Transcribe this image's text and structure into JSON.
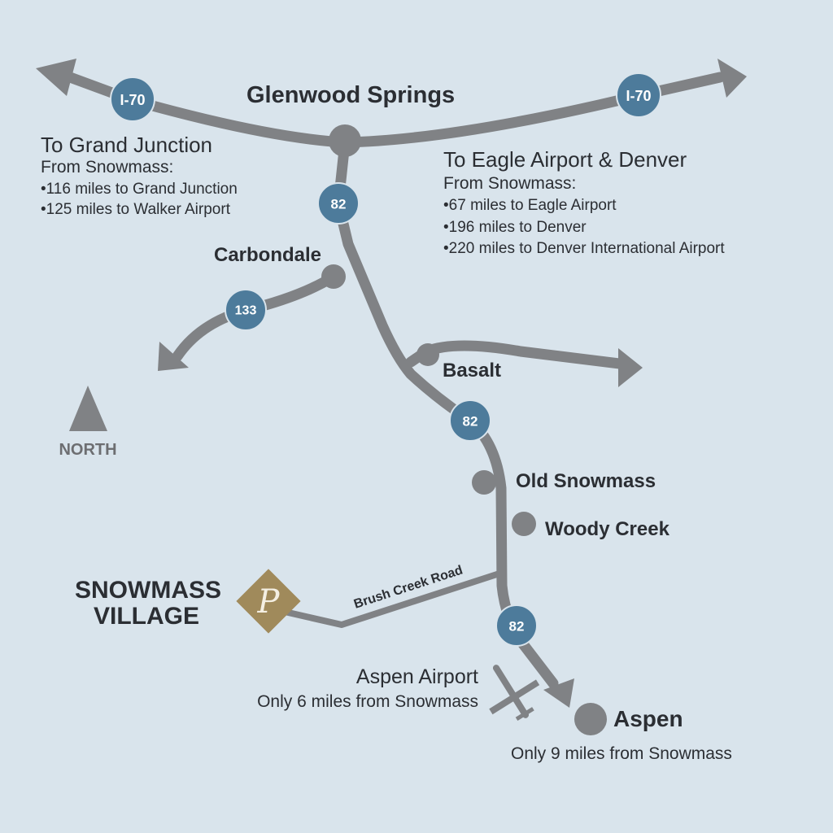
{
  "colors": {
    "background": "#d9e4ec",
    "road": "#808285",
    "highway_shield": "#4d7b9b",
    "label_text": "#2b2e33",
    "resort_badge": "#a08a5b",
    "north_label": "#6d6e71"
  },
  "places": {
    "glenwood_springs": "Glenwood Springs",
    "carbondale": "Carbondale",
    "basalt": "Basalt",
    "old_snowmass": "Old Snowmass",
    "woody_creek": "Woody Creek",
    "aspen": "Aspen",
    "snowmass_line1": "SNOWMASS",
    "snowmass_line2": "VILLAGE"
  },
  "highways": {
    "i70_west": "I-70",
    "i70_east": "I-70",
    "hwy82_north": "82",
    "hwy82_mid": "82",
    "hwy82_south": "82",
    "hwy133": "133"
  },
  "roads": {
    "brush_creek": "Brush Creek Road"
  },
  "west_info": {
    "title": "To Grand Junction",
    "subtitle": "From Snowmass:",
    "lines": [
      "•116 miles to Grand Junction",
      "•125 miles to Walker Airport"
    ]
  },
  "east_info": {
    "title": "To Eagle Airport & Denver",
    "subtitle": "From Snowmass:",
    "lines": [
      "•67 miles to Eagle Airport",
      "•196 miles to Denver",
      "•220 miles to Denver International Airport"
    ]
  },
  "airport": {
    "title": "Aspen Airport",
    "note": "Only 6 miles from Snowmass",
    "icon": "airplane-icon"
  },
  "aspen_note": "Only 9 miles from Snowmass",
  "compass": {
    "label": "NORTH",
    "icon": "north-arrow-icon"
  },
  "resort": {
    "logo_letter": "P",
    "icon": "resort-logo-icon"
  }
}
